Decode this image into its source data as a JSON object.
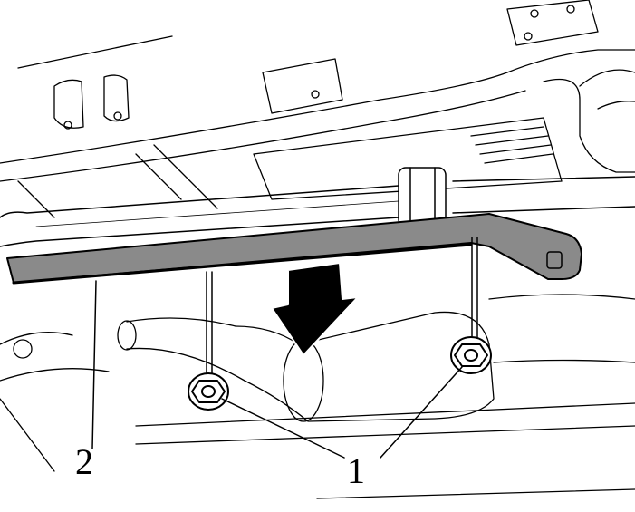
{
  "diagram": {
    "callouts": [
      {
        "id": "1",
        "text": "1"
      },
      {
        "id": "2",
        "text": "2"
      }
    ],
    "colors": {
      "bracket": "#8a8a8a",
      "line": "#000000",
      "background": "#ffffff"
    }
  }
}
